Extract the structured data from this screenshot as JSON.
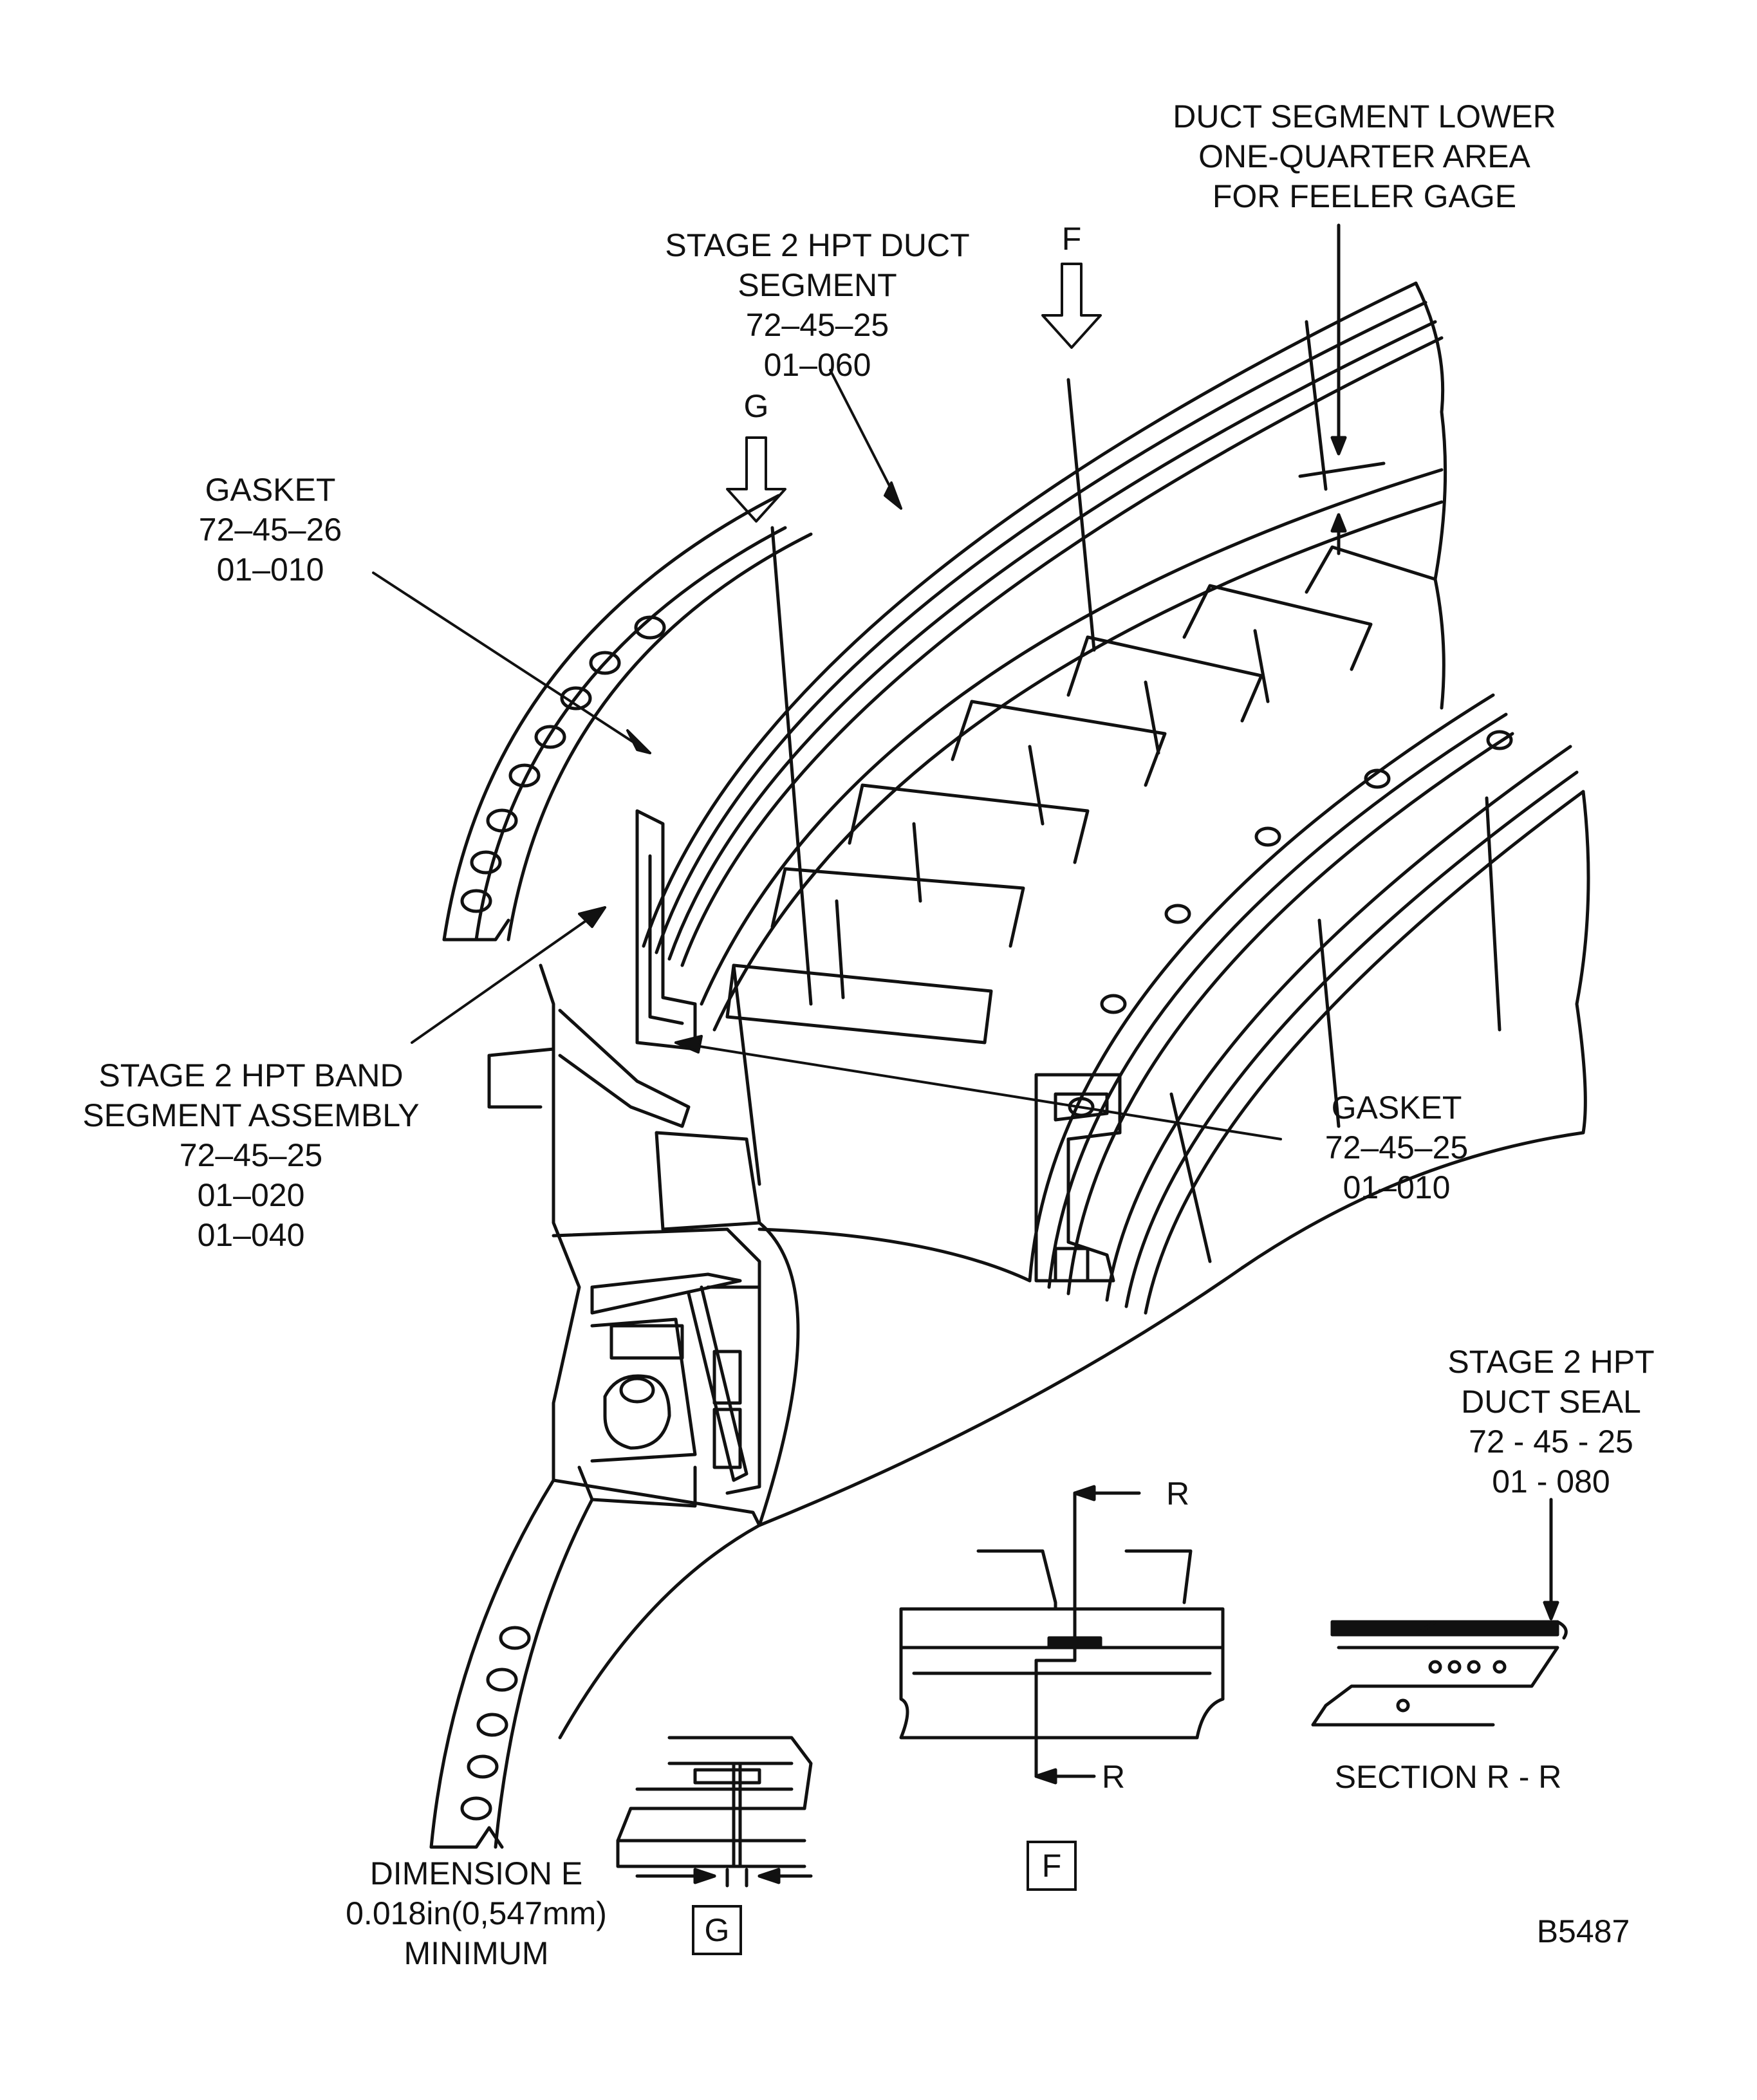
{
  "labels": {
    "duct_segment_area": [
      "DUCT SEGMENT LOWER",
      "ONE-QUARTER AREA",
      "FOR FEELER GAGE"
    ],
    "stage2_duct_segment": [
      "STAGE 2 HPT DUCT",
      "SEGMENT",
      "72–45–25",
      "01–060"
    ],
    "gasket_upper": [
      "GASKET",
      "72–45–26",
      "01–010"
    ],
    "band_segment": [
      "STAGE 2 HPT BAND",
      "SEGMENT ASSEMBLY",
      "72–45–25",
      "01–020",
      "01–040"
    ],
    "gasket_right": [
      "GASKET",
      "72–45–25",
      "01–010"
    ],
    "duct_seal": [
      "STAGE 2 HPT",
      "DUCT SEAL",
      "72 - 45 - 25",
      "01 - 080"
    ],
    "dimension_e": [
      "DIMENSION E",
      "0.018in(0,547mm)",
      "MINIMUM"
    ],
    "section_rr": "SECTION R - R",
    "view_f_arrow": "F",
    "view_g_arrow": "G",
    "section_r_top": "R",
    "section_r_bottom": "R",
    "view_f_box": "F",
    "view_g_box": "G",
    "figure_id": "B5487"
  }
}
